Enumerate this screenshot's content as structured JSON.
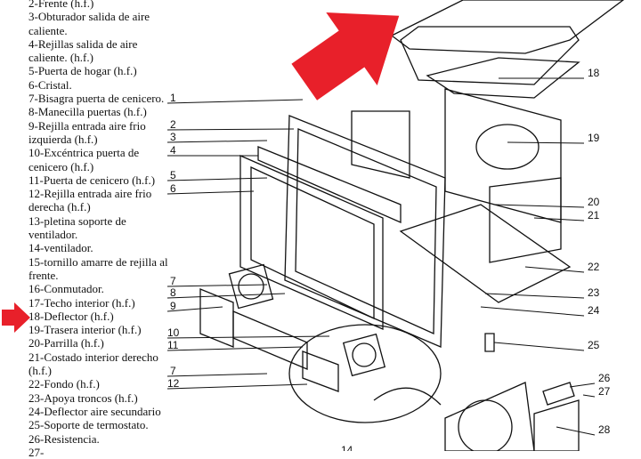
{
  "parts_list": [
    "2-Frente (h.f.)",
    "3-Obturador salida de aire",
    "caliente.",
    "4-Rejillas salida de aire",
    "caliente. (h.f.)",
    "5-Puerta de hogar (h.f.)",
    "6-Cristal.",
    "7-Bisagra puerta de cenicero.",
    "8-Manecilla puertas (h.f.)",
    "9-Rejilla entrada aire frio",
    "izquierda (h.f.)",
    "10-Excéntrica puerta de",
    "cenicero (h.f.)",
    "11-Puerta de cenicero (h.f.)",
    "12-Rejilla entrada aire frio",
    "derecha (h.f.)",
    "13-pletina soporte de",
    "ventilador.",
    "14-ventilador.",
    "15-tornillo amarre de rejilla al",
    "frente.",
    "16-Conmutador.",
    "17-Techo interior (h.f.)",
    "18-Deflector (h.f.)",
    "19-Trasera interior (h.f.)",
    "20-Parrilla (h.f.)",
    "21-Costado interior derecho",
    "(h.f.)",
    "22-Fondo (h.f.)",
    "23-Apoya troncos (h.f.)",
    "24-Deflector aire secundario",
    "25-Soporte de termostato.",
    "26-Resistencia.",
    "27-"
  ],
  "callouts_left": [
    "1",
    "2",
    "3",
    "4",
    "5",
    "6",
    "7",
    "8",
    "9",
    "10",
    "11",
    "7",
    "12"
  ],
  "callouts_right": [
    "18",
    "19",
    "20",
    "21",
    "22",
    "23",
    "24",
    "25",
    "26",
    "27",
    "28"
  ],
  "callout_bottom": "14",
  "highlight": {
    "item": "18-Deflector (h.f.)",
    "arrow_color": "#e8202a"
  }
}
